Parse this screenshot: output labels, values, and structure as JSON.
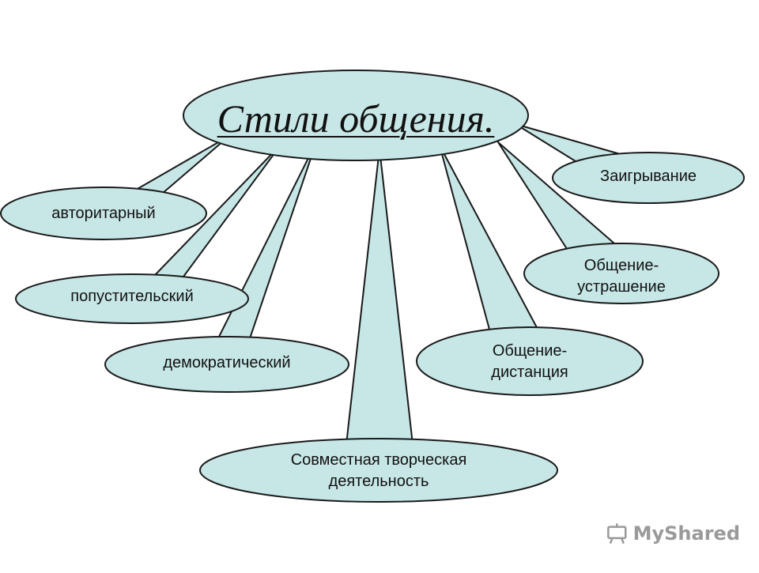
{
  "diagram": {
    "title": "Стили общения.",
    "colors": {
      "fill": "#c7e6e6",
      "stroke": "#1a1a1a",
      "text": "#111111"
    },
    "nodes": [
      {
        "id": "authoritarian",
        "label": "авторитарный"
      },
      {
        "id": "permissive",
        "label": "попустительский"
      },
      {
        "id": "democratic",
        "label": "демократический"
      },
      {
        "id": "joint-creative",
        "label": "Совместная творческая\nдеятельность"
      },
      {
        "id": "distance",
        "label": "Общение-\nдистанция"
      },
      {
        "id": "intimidation",
        "label": "Общение-\nустрашение"
      },
      {
        "id": "flirting",
        "label": "Заигрывание"
      }
    ]
  },
  "watermark": {
    "text": "MyShared",
    "icon": "presentation-board-icon"
  }
}
